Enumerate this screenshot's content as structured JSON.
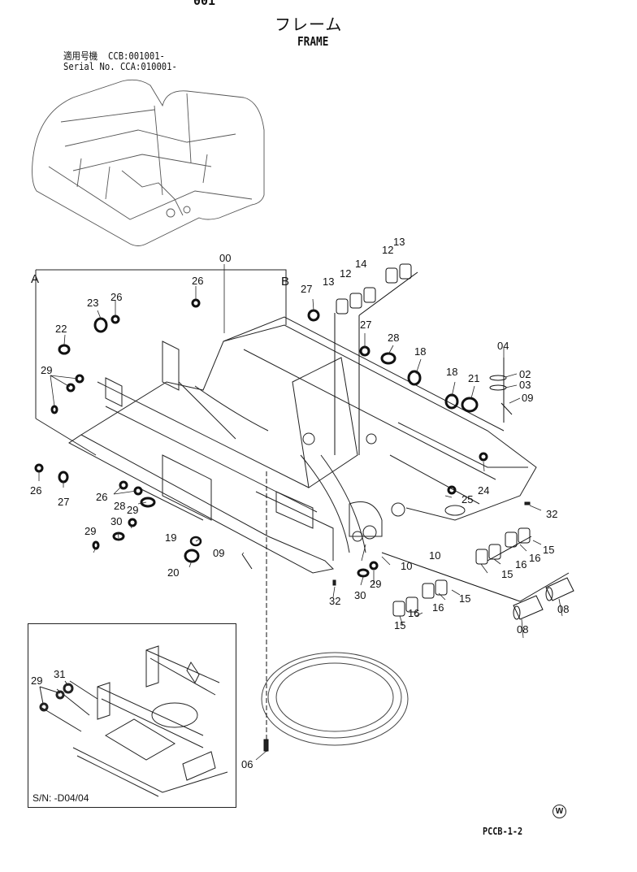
{
  "header": {
    "page_code": "001",
    "title_jp": "フレーム",
    "title_en": "FRAME",
    "serial_label_jp": "適用号機",
    "serial_label_en": "Serial No.",
    "serial_ccb": "CCB:001001-",
    "serial_cca": "CCA:010001-"
  },
  "diagram": {
    "group_letters": [
      "A",
      "B"
    ],
    "callouts": {
      "c00": "00",
      "c02": "02",
      "c03": "03",
      "c04": "04",
      "c06": "06",
      "c08a": "08",
      "c08b": "08",
      "c09a": "09",
      "c09b": "09",
      "c10a": "10",
      "c10b": "10",
      "c12a": "12",
      "c12b": "12",
      "c13a": "13",
      "c13b": "13",
      "c14": "14",
      "c15a": "15",
      "c15b": "15",
      "c15c": "15",
      "c15d": "15",
      "c16a": "16",
      "c16b": "16",
      "c16c": "16",
      "c16d": "16",
      "c18a": "18",
      "c18b": "18",
      "c19": "19",
      "c20": "20",
      "c21": "21",
      "c22": "22",
      "c23": "23",
      "c24": "24",
      "c25": "25",
      "c26a": "26",
      "c26b": "26",
      "c26c": "26",
      "c26d": "26",
      "c27a": "27",
      "c27b": "27",
      "c27c": "27",
      "c28a": "28",
      "c28b": "28",
      "c29a": "29",
      "c29b": "29",
      "c29c": "29",
      "c29d": "29",
      "c30a": "30",
      "c30b": "30",
      "c32a": "32",
      "c32b": "32"
    }
  },
  "inset": {
    "label": "S/N: -D04/04",
    "callouts": {
      "c29": "29",
      "c31": "31"
    }
  },
  "footer": {
    "mark": "W",
    "code": "PCCB-1-2"
  }
}
